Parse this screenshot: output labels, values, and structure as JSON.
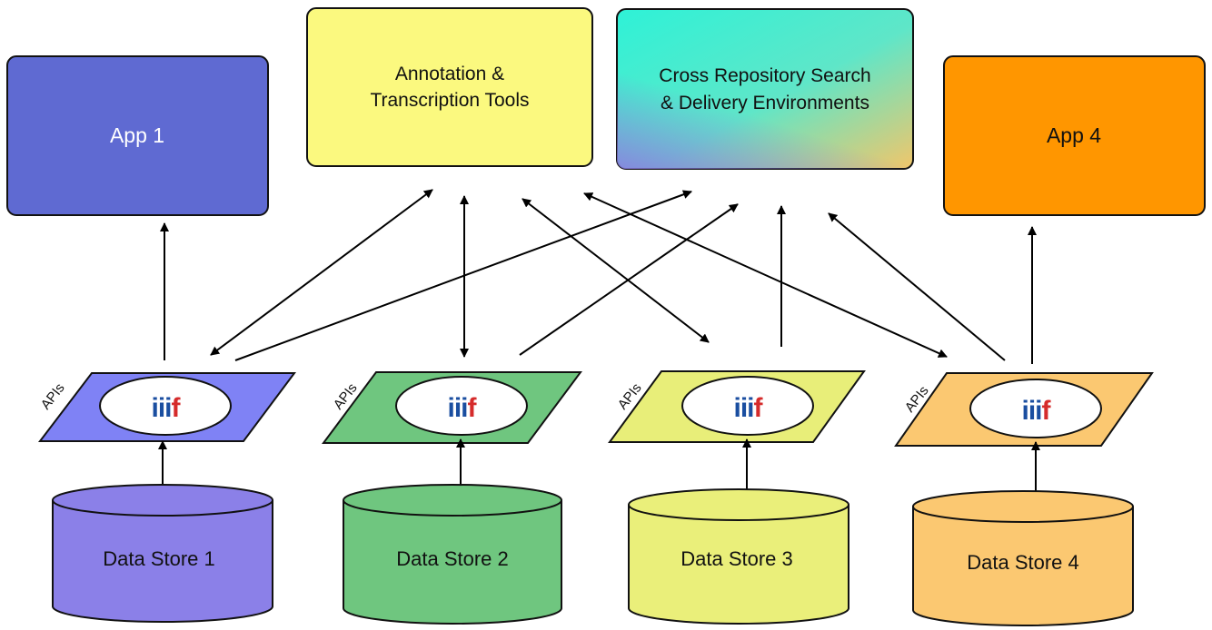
{
  "boxes": {
    "app1": {
      "label": "App 1",
      "color": "#5f6ad2"
    },
    "annotation": {
      "line1": "Annotation &",
      "line2": "Transcription Tools",
      "color": "#fbf97f"
    },
    "cross_repo": {
      "line1": "Cross Repository Search",
      "line2": "& Delivery Environments",
      "colors": [
        "#2ef2d7",
        "#8a7fe0",
        "#f1c66a"
      ]
    },
    "app4": {
      "label": "App 4",
      "color": "#ff9600"
    }
  },
  "apis_label": "APIs",
  "logo_text": "iiif",
  "stores": [
    {
      "label": "Data Store 1",
      "color": "#8b80e8",
      "plane_color": "#7f82f5"
    },
    {
      "label": "Data Store 2",
      "color": "#6fc67f",
      "plane_color": "#6fc67f"
    },
    {
      "label": "Data Store 3",
      "color": "#eaef7a",
      "plane_color": "#e8ee79"
    },
    {
      "label": "Data Store 4",
      "color": "#fbc871",
      "plane_color": "#fbc871"
    }
  ]
}
